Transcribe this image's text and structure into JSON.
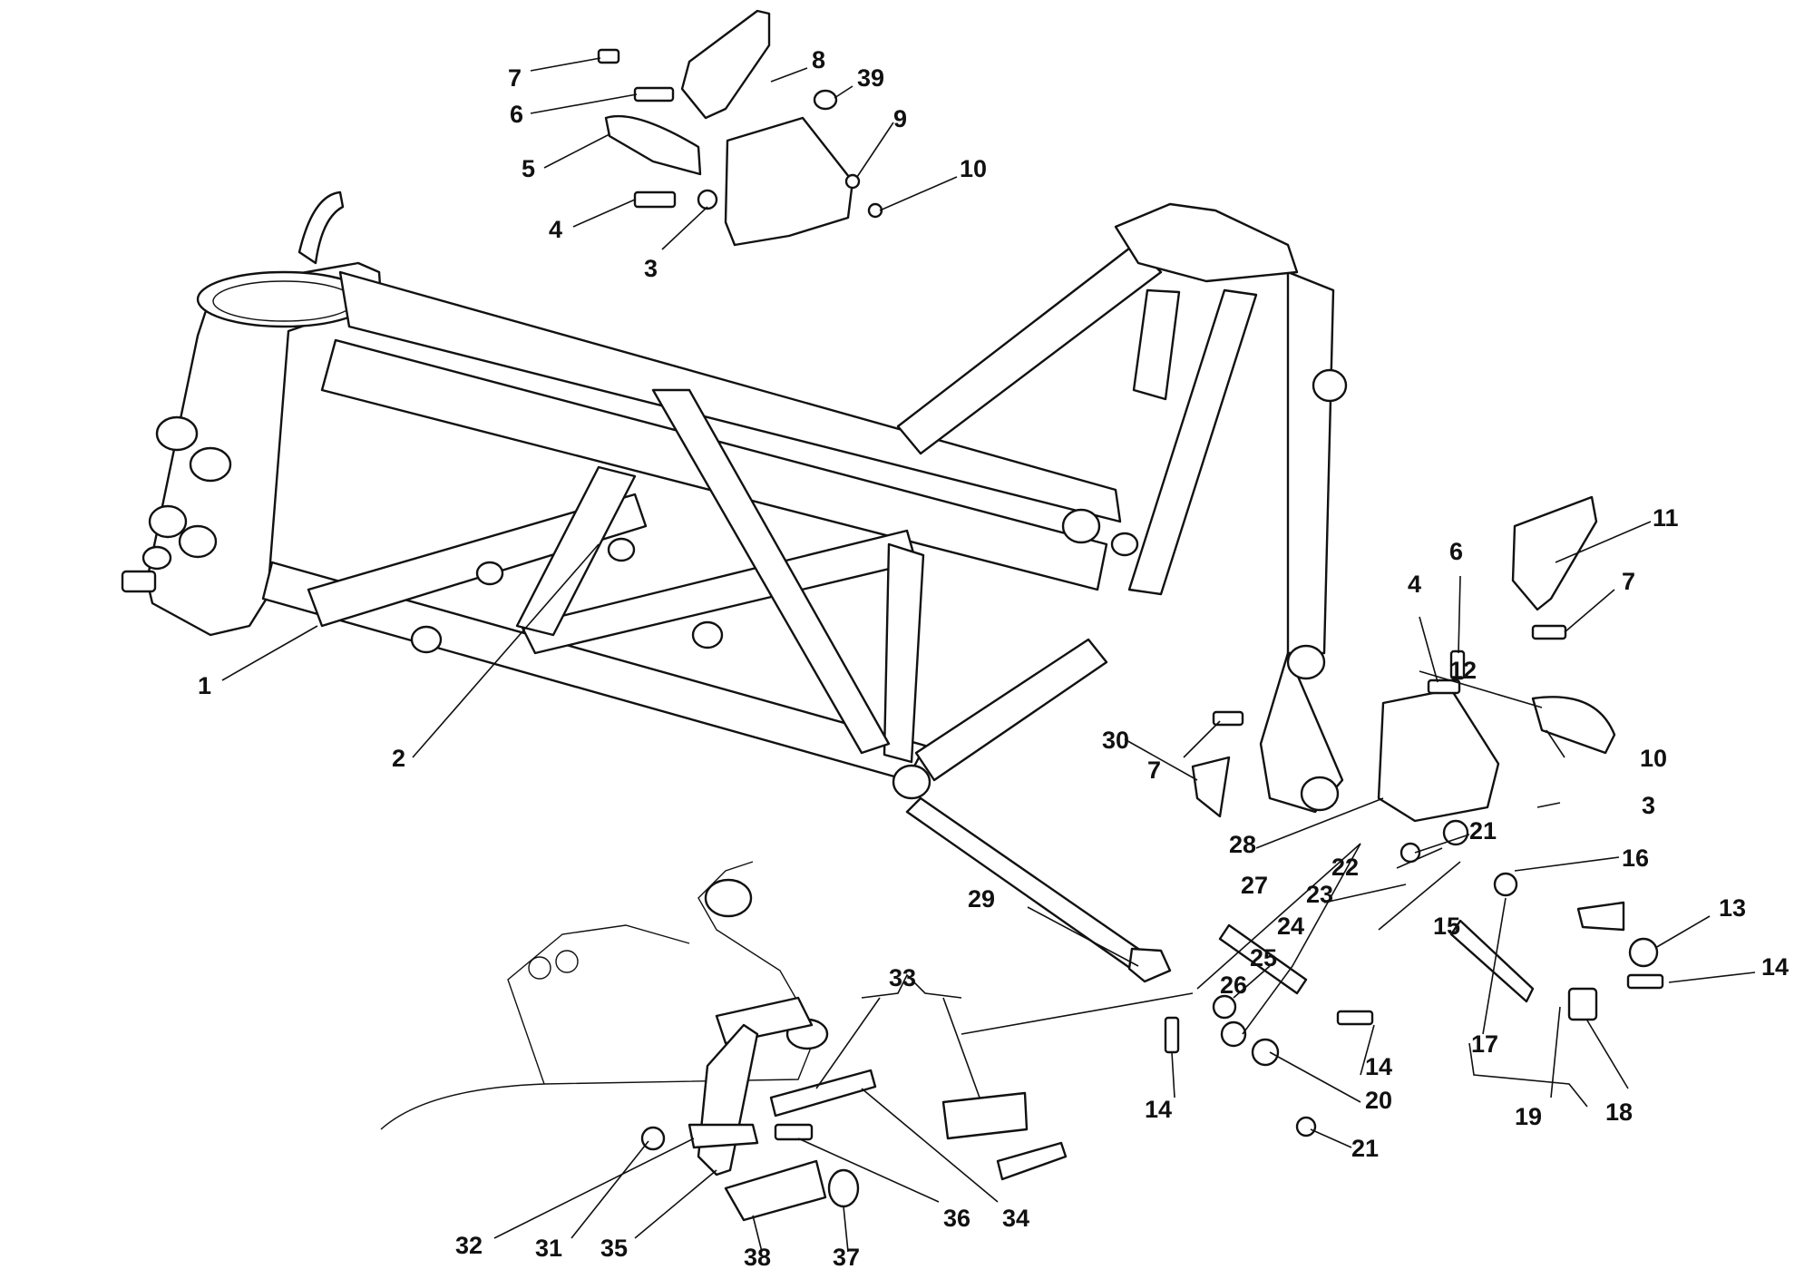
{
  "diagram": {
    "callouts": [
      {
        "id": "c7a",
        "text": "7"
      },
      {
        "id": "c6a",
        "text": "6"
      },
      {
        "id": "c5",
        "text": "5"
      },
      {
        "id": "c4a",
        "text": "4"
      },
      {
        "id": "c3a",
        "text": "3"
      },
      {
        "id": "c8",
        "text": "8"
      },
      {
        "id": "c39",
        "text": "39"
      },
      {
        "id": "c9",
        "text": "9"
      },
      {
        "id": "c10a",
        "text": "10"
      },
      {
        "id": "c1",
        "text": "1"
      },
      {
        "id": "c2",
        "text": "2"
      },
      {
        "id": "c11",
        "text": "11"
      },
      {
        "id": "c7b",
        "text": "7"
      },
      {
        "id": "c6b",
        "text": "6"
      },
      {
        "id": "c4b",
        "text": "4"
      },
      {
        "id": "c12",
        "text": "12"
      },
      {
        "id": "c10b",
        "text": "10"
      },
      {
        "id": "c3b",
        "text": "3"
      },
      {
        "id": "c30",
        "text": "30"
      },
      {
        "id": "c7c",
        "text": "7"
      },
      {
        "id": "c28",
        "text": "28"
      },
      {
        "id": "c21a",
        "text": "21"
      },
      {
        "id": "c16",
        "text": "16"
      },
      {
        "id": "c27",
        "text": "27"
      },
      {
        "id": "c22",
        "text": "22"
      },
      {
        "id": "c23",
        "text": "23"
      },
      {
        "id": "c24",
        "text": "24"
      },
      {
        "id": "c15",
        "text": "15"
      },
      {
        "id": "c13",
        "text": "13"
      },
      {
        "id": "c14a",
        "text": "14"
      },
      {
        "id": "c29",
        "text": "29"
      },
      {
        "id": "c25",
        "text": "25"
      },
      {
        "id": "c26",
        "text": "26"
      },
      {
        "id": "c17",
        "text": "17"
      },
      {
        "id": "c14b",
        "text": "14"
      },
      {
        "id": "c14c",
        "text": "14"
      },
      {
        "id": "c20",
        "text": "20"
      },
      {
        "id": "c21b",
        "text": "21"
      },
      {
        "id": "c19",
        "text": "19"
      },
      {
        "id": "c18",
        "text": "18"
      },
      {
        "id": "c33",
        "text": "33"
      },
      {
        "id": "c32",
        "text": "32"
      },
      {
        "id": "c31",
        "text": "31"
      },
      {
        "id": "c35",
        "text": "35"
      },
      {
        "id": "c38",
        "text": "38"
      },
      {
        "id": "c37",
        "text": "37"
      },
      {
        "id": "c36",
        "text": "36"
      },
      {
        "id": "c34",
        "text": "34"
      }
    ]
  }
}
